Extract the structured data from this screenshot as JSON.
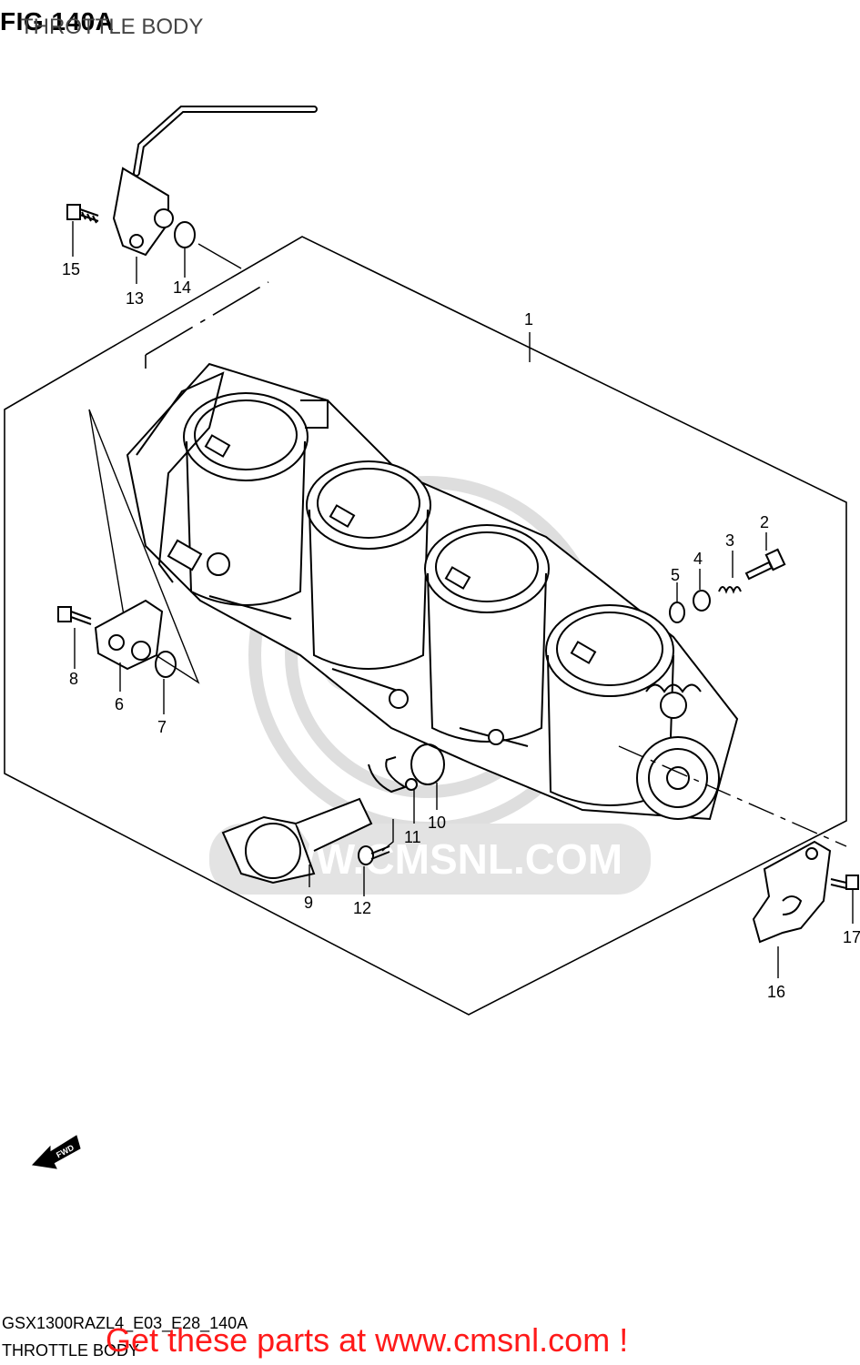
{
  "header": {
    "fig": "FIG 140A",
    "title": "THROTTLE BODY"
  },
  "watermark": {
    "text": "WWW.CMSNL.COM",
    "logo_text": "CMS"
  },
  "callouts": [
    "1",
    "2",
    "3",
    "4",
    "5",
    "6",
    "7",
    "8",
    "9",
    "10",
    "11",
    "12",
    "13",
    "14",
    "15",
    "16",
    "17"
  ],
  "fwd_arrow": {
    "label": "FWD"
  },
  "footer": {
    "code": "GSX1300RAZL4_E03_E28_140A",
    "name": "THROTTLE BODY",
    "promo": "Get these parts at www.cmsnl.com !"
  },
  "colors": {
    "promo": "#ff1a1a",
    "watermark": "#d9d9d9",
    "line": "#000000"
  }
}
